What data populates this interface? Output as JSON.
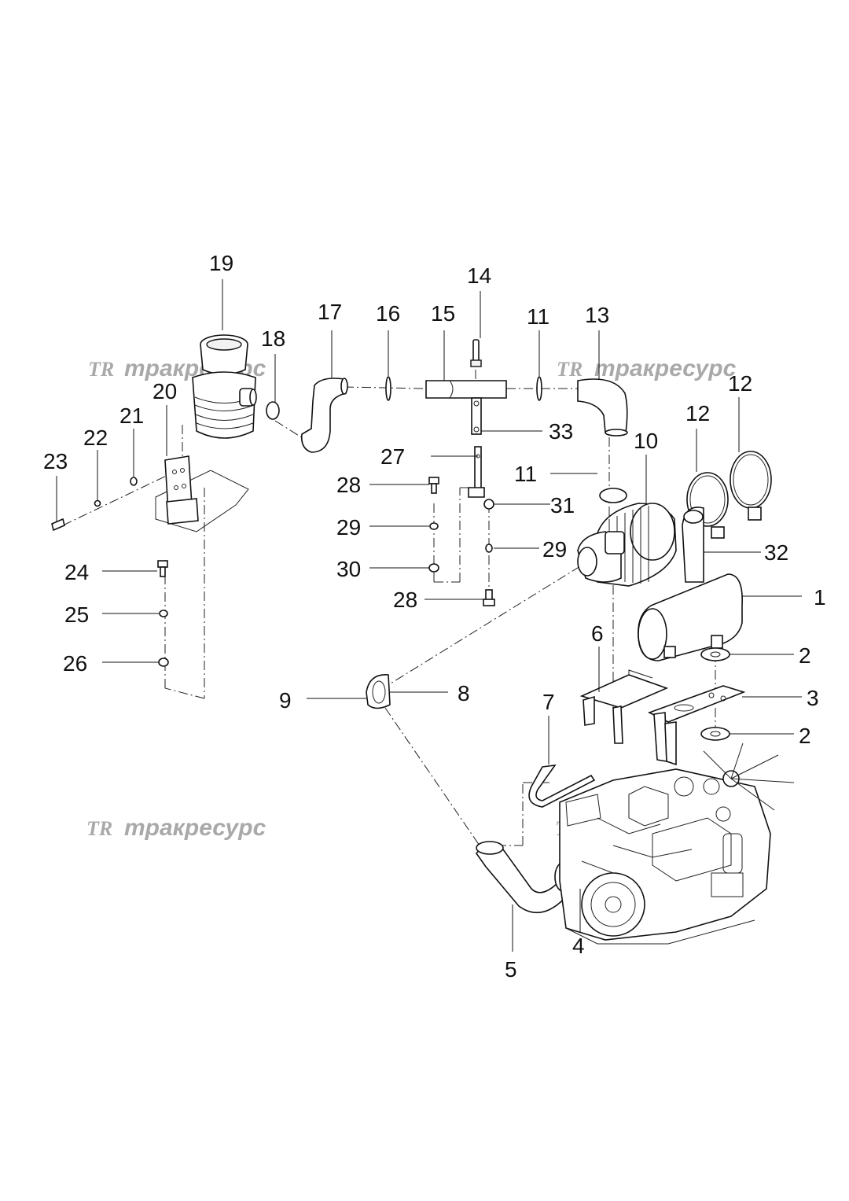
{
  "watermark": {
    "logo": "TR",
    "text": "тракресурс"
  },
  "labels": [
    {
      "id": "l1",
      "text": "1"
    },
    {
      "id": "l2a",
      "text": "2"
    },
    {
      "id": "l2b",
      "text": "2"
    },
    {
      "id": "l3",
      "text": "3"
    },
    {
      "id": "l4",
      "text": "4"
    },
    {
      "id": "l5",
      "text": "5"
    },
    {
      "id": "l6",
      "text": "6"
    },
    {
      "id": "l7",
      "text": "7"
    },
    {
      "id": "l8",
      "text": "8"
    },
    {
      "id": "l9",
      "text": "9"
    },
    {
      "id": "l10",
      "text": "10"
    },
    {
      "id": "l11a",
      "text": "11"
    },
    {
      "id": "l11b",
      "text": "11"
    },
    {
      "id": "l12a",
      "text": "12"
    },
    {
      "id": "l12b",
      "text": "12"
    },
    {
      "id": "l13",
      "text": "13"
    },
    {
      "id": "l14",
      "text": "14"
    },
    {
      "id": "l15",
      "text": "15"
    },
    {
      "id": "l16",
      "text": "16"
    },
    {
      "id": "l17",
      "text": "17"
    },
    {
      "id": "l18",
      "text": "18"
    },
    {
      "id": "l19",
      "text": "19"
    },
    {
      "id": "l20",
      "text": "20"
    },
    {
      "id": "l21",
      "text": "21"
    },
    {
      "id": "l22",
      "text": "22"
    },
    {
      "id": "l23",
      "text": "23"
    },
    {
      "id": "l24",
      "text": "24"
    },
    {
      "id": "l25",
      "text": "25"
    },
    {
      "id": "l26",
      "text": "26"
    },
    {
      "id": "l27",
      "text": "27"
    },
    {
      "id": "l28a",
      "text": "28"
    },
    {
      "id": "l28b",
      "text": "28"
    },
    {
      "id": "l29a",
      "text": "29"
    },
    {
      "id": "l29b",
      "text": "29"
    },
    {
      "id": "l30",
      "text": "30"
    },
    {
      "id": "l31",
      "text": "31"
    },
    {
      "id": "l32",
      "text": "32"
    },
    {
      "id": "l33",
      "text": "33"
    }
  ]
}
